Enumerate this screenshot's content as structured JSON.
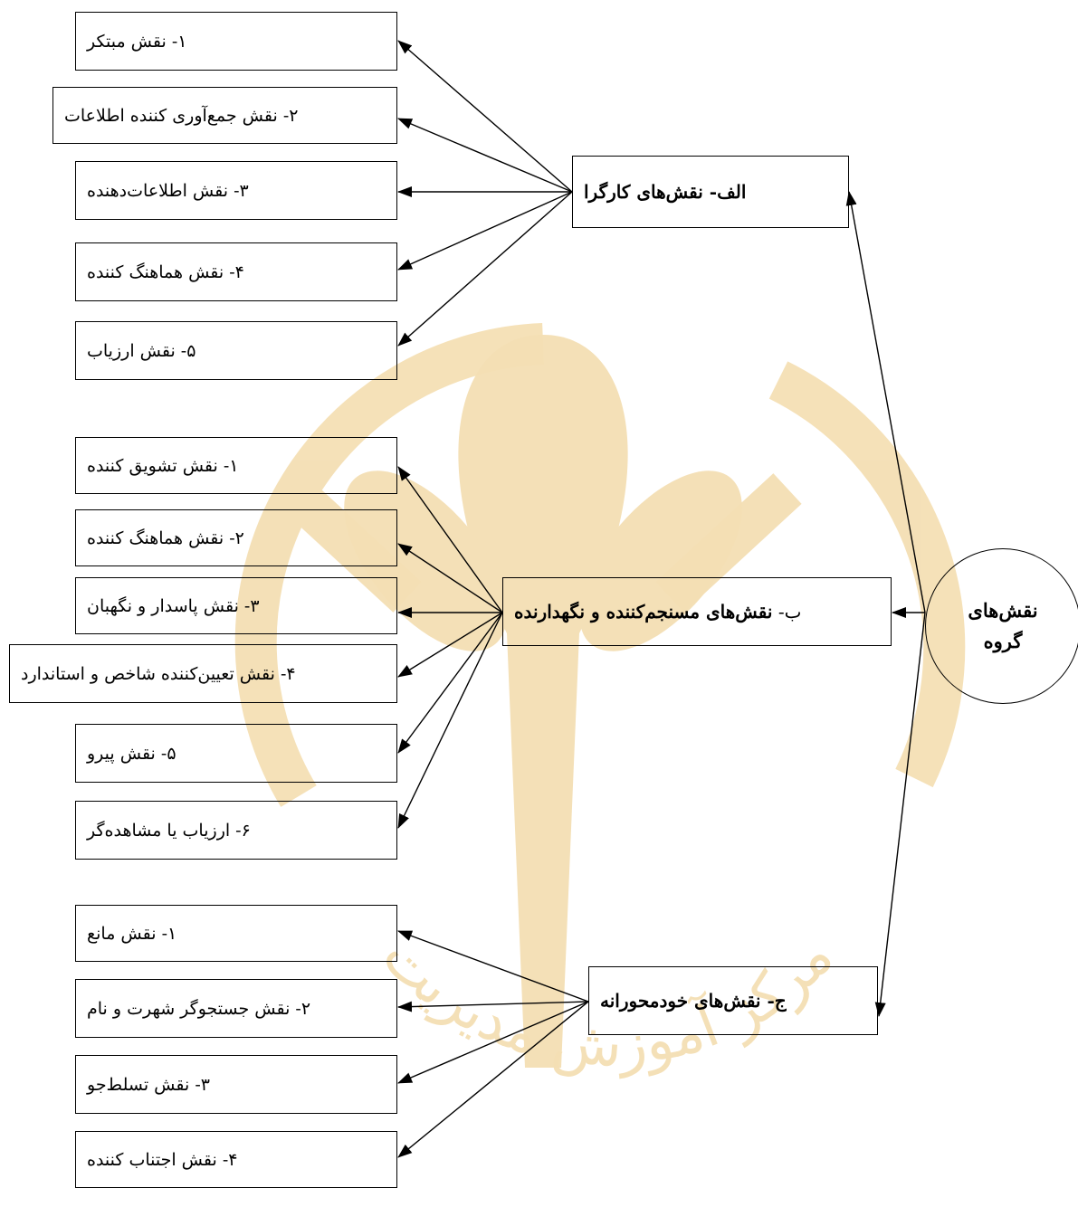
{
  "diagram": {
    "root": {
      "line1": "نقش‌های",
      "line2": "گروه"
    },
    "categories": [
      {
        "id": "a",
        "label": "الف- نقش‌های کارگرا",
        "items": [
          "۱- نقش مبتکر",
          "۲- نقش جمع‌آوری کننده اطلاعات",
          "۳- نقش اطلاعات‌دهنده",
          "۴- نقش هماهنگ کننده",
          "۵- نقش ارزیاب"
        ]
      },
      {
        "id": "b",
        "label_prefix": "ب- ",
        "label_bold": "نقش‌های مسنجم‌کننده و نگهدارنده",
        "items": [
          "۱- نقش تشویق کننده",
          "۲- نقش هماهنگ کننده",
          "۳- نقش پاسدار و نگهبان",
          "۴- نقش تعیین‌کننده  شاخص و استاندارد",
          "۵- نقش پیرو",
          "۶- ارزیاب یا مشاهده‌گر"
        ]
      },
      {
        "id": "c",
        "label": "ج- نقش‌های خودمحورانه",
        "items": [
          "۱- نقش مانع",
          "۲- نقش جستجوگر شهرت و نام",
          "۳- نقش تسلط‌جو",
          "۴- نقش اجتناب کننده"
        ]
      }
    ],
    "watermark_text": "مرکز آموزش مدیریت"
  },
  "colors": {
    "line": "#000000",
    "watermark": "#f4dfb4"
  }
}
